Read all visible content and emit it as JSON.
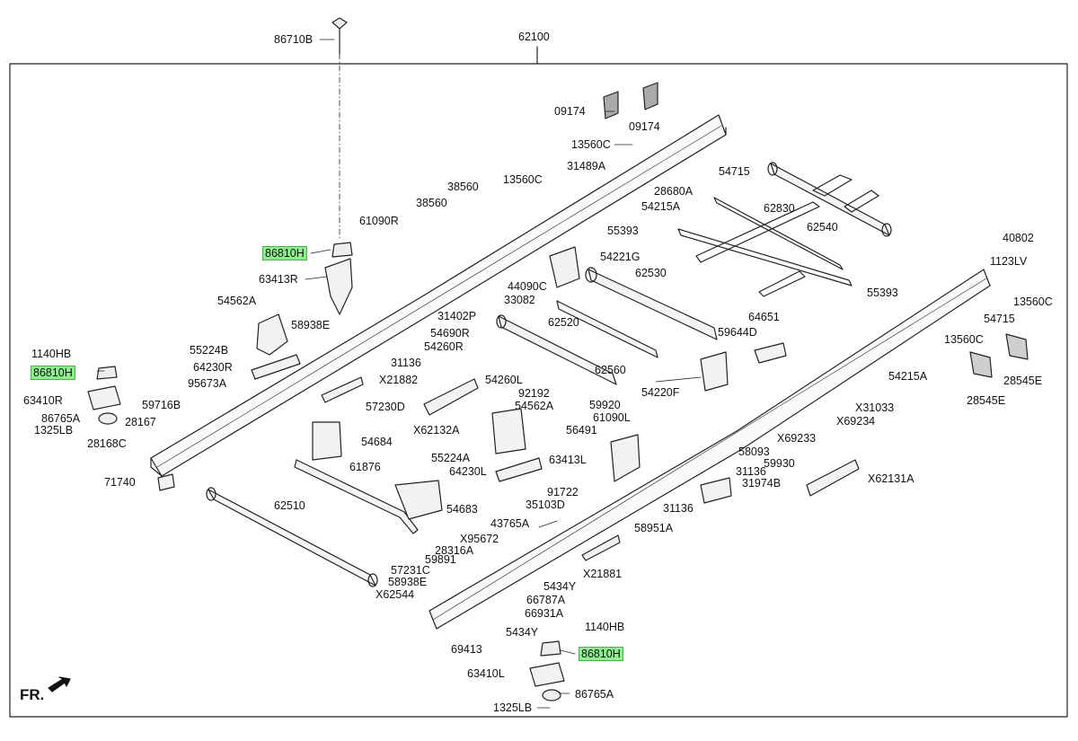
{
  "diagram": {
    "fr_marker": "FR.",
    "highlight_color": "#8fef8f",
    "labels": [
      {
        "id": "l0",
        "text": "86710B"
      },
      {
        "id": "l1",
        "text": "62100"
      },
      {
        "id": "l2",
        "text": "09174"
      },
      {
        "id": "l3",
        "text": "09174"
      },
      {
        "id": "l4",
        "text": "13560C"
      },
      {
        "id": "l5",
        "text": "31489A"
      },
      {
        "id": "l6",
        "text": "54715"
      },
      {
        "id": "l7",
        "text": "13560C"
      },
      {
        "id": "l8",
        "text": "28680A"
      },
      {
        "id": "l9",
        "text": "54215A"
      },
      {
        "id": "l10",
        "text": "38560"
      },
      {
        "id": "l11",
        "text": "38560"
      },
      {
        "id": "l12",
        "text": "61090R"
      },
      {
        "id": "l13",
        "text": "55393"
      },
      {
        "id": "l14",
        "text": "62830"
      },
      {
        "id": "l15",
        "text": "62540"
      },
      {
        "id": "l16",
        "text": "86810H",
        "highlight": true
      },
      {
        "id": "l17",
        "text": "54221G"
      },
      {
        "id": "l18",
        "text": "40802"
      },
      {
        "id": "l19",
        "text": "1123LV"
      },
      {
        "id": "l20",
        "text": "63413R"
      },
      {
        "id": "l21",
        "text": "44090C"
      },
      {
        "id": "l22",
        "text": "62530"
      },
      {
        "id": "l23",
        "text": "33082"
      },
      {
        "id": "l24",
        "text": "54562A"
      },
      {
        "id": "l25",
        "text": "31402P"
      },
      {
        "id": "l26",
        "text": "55393"
      },
      {
        "id": "l27",
        "text": "13560C"
      },
      {
        "id": "l28",
        "text": "58938E"
      },
      {
        "id": "l29",
        "text": "62520"
      },
      {
        "id": "l30",
        "text": "64651"
      },
      {
        "id": "l31",
        "text": "54715"
      },
      {
        "id": "l32",
        "text": "54690R"
      },
      {
        "id": "l33",
        "text": "59644D"
      },
      {
        "id": "l34",
        "text": "13560C"
      },
      {
        "id": "l35",
        "text": "1140HB"
      },
      {
        "id": "l36",
        "text": "55224B"
      },
      {
        "id": "l37",
        "text": "54260R"
      },
      {
        "id": "l38",
        "text": "62560"
      },
      {
        "id": "l39",
        "text": "31136"
      },
      {
        "id": "l40",
        "text": "86810H",
        "highlight": true
      },
      {
        "id": "l41",
        "text": "64230R"
      },
      {
        "id": "l42",
        "text": "54215A"
      },
      {
        "id": "l43",
        "text": "28545E"
      },
      {
        "id": "l44",
        "text": "95673A"
      },
      {
        "id": "l45",
        "text": "X21882"
      },
      {
        "id": "l46",
        "text": "54260L"
      },
      {
        "id": "l47",
        "text": "54220F"
      },
      {
        "id": "l48",
        "text": "92192"
      },
      {
        "id": "l49",
        "text": "28545E"
      },
      {
        "id": "l50",
        "text": "63410R"
      },
      {
        "id": "l51",
        "text": "59716B"
      },
      {
        "id": "l52",
        "text": "59920"
      },
      {
        "id": "l53",
        "text": "X31033"
      },
      {
        "id": "l54",
        "text": "57230D"
      },
      {
        "id": "l55",
        "text": "54562A"
      },
      {
        "id": "l56",
        "text": "86765A"
      },
      {
        "id": "l57",
        "text": "28167"
      },
      {
        "id": "l58",
        "text": "61090L"
      },
      {
        "id": "l59",
        "text": "X69234"
      },
      {
        "id": "l60",
        "text": "1325LB"
      },
      {
        "id": "l61",
        "text": "X62132A"
      },
      {
        "id": "l62",
        "text": "56491"
      },
      {
        "id": "l63",
        "text": "X69233"
      },
      {
        "id": "l64",
        "text": "54684"
      },
      {
        "id": "l65",
        "text": "28168C"
      },
      {
        "id": "l66",
        "text": "58093"
      },
      {
        "id": "l67",
        "text": "55224A"
      },
      {
        "id": "l68",
        "text": "63413L"
      },
      {
        "id": "l69",
        "text": "59930"
      },
      {
        "id": "l70",
        "text": "61876"
      },
      {
        "id": "l71",
        "text": "64230L"
      },
      {
        "id": "l72",
        "text": "31136"
      },
      {
        "id": "l73",
        "text": "X62131A"
      },
      {
        "id": "l74",
        "text": "71740"
      },
      {
        "id": "l75",
        "text": "31974B"
      },
      {
        "id": "l76",
        "text": "91722"
      },
      {
        "id": "l77",
        "text": "62510"
      },
      {
        "id": "l78",
        "text": "54683"
      },
      {
        "id": "l79",
        "text": "35103D"
      },
      {
        "id": "l80",
        "text": "31136"
      },
      {
        "id": "l81",
        "text": "43765A"
      },
      {
        "id": "l82",
        "text": "58951A"
      },
      {
        "id": "l83",
        "text": "X95672"
      },
      {
        "id": "l84",
        "text": "28316A"
      },
      {
        "id": "l85",
        "text": "59891"
      },
      {
        "id": "l86",
        "text": "57231C"
      },
      {
        "id": "l87",
        "text": "X21881"
      },
      {
        "id": "l88",
        "text": "58938E"
      },
      {
        "id": "l89",
        "text": "5434Y"
      },
      {
        "id": "l90",
        "text": "X62544"
      },
      {
        "id": "l91",
        "text": "66787A"
      },
      {
        "id": "l92",
        "text": "66931A"
      },
      {
        "id": "l93",
        "text": "1140HB"
      },
      {
        "id": "l94",
        "text": "5434Y"
      },
      {
        "id": "l95",
        "text": "69413"
      },
      {
        "id": "l96",
        "text": "86810H",
        "highlight": true
      },
      {
        "id": "l97",
        "text": "63410L"
      },
      {
        "id": "l98",
        "text": "86765A"
      },
      {
        "id": "l99",
        "text": "1325LB"
      }
    ]
  }
}
